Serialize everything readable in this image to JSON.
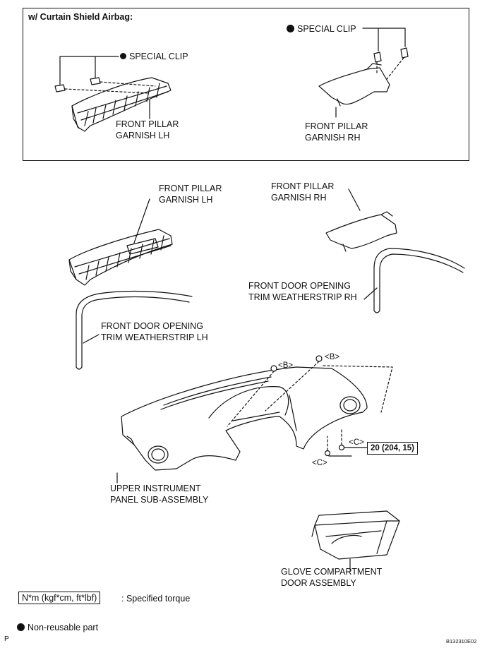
{
  "inset": {
    "title": "w/ Curtain Shield Airbag:",
    "clip_left": "SPECIAL CLIP",
    "clip_right": "SPECIAL CLIP",
    "pillar_lh": "FRONT PILLAR\nGARNISH LH",
    "pillar_rh": "FRONT PILLAR\nGARNISH RH"
  },
  "main": {
    "pillar_lh": "FRONT PILLAR\nGARNISH LH",
    "pillar_rh": "FRONT PILLAR\nGARNISH RH",
    "weatherstrip_rh": "FRONT DOOR OPENING\nTRIM WEATHERSTRIP RH",
    "weatherstrip_lh": "FRONT DOOR OPENING\nTRIM WEATHERSTRIP LH",
    "callout_b_left": "<B>",
    "callout_b_right": "<B>",
    "callout_c_right": "<C>",
    "callout_c_left": "<C>",
    "torque_value": "20 (204, 15)",
    "instrument_panel": "UPPER INSTRUMENT\nPANEL SUB-ASSEMBLY",
    "glove_compartment": "GLOVE COMPARTMENT\nDOOR ASSEMBLY"
  },
  "legend": {
    "torque_unit": "N*m (kgf*cm, ft*lbf)",
    "torque_desc": ": Specified torque",
    "nonreusable": "Non-reusable part"
  },
  "footer": {
    "left_mark": "P",
    "figure_code": "B132310E02"
  }
}
